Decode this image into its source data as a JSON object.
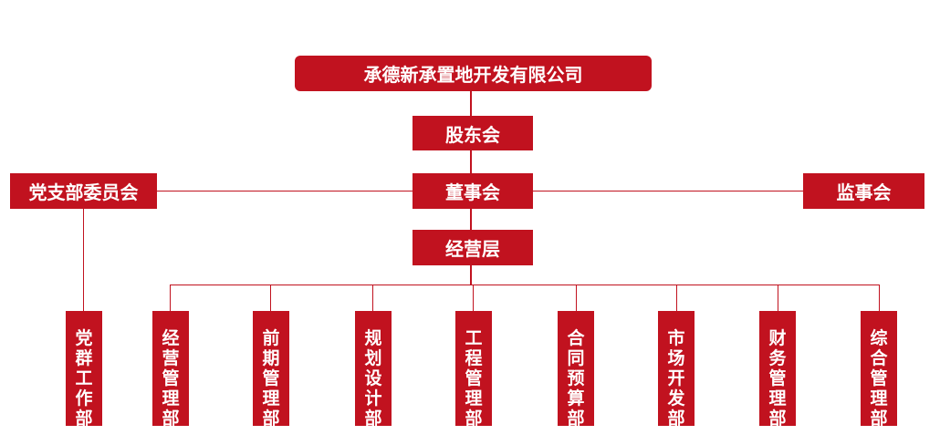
{
  "company": "承德新承置地开发有限公司",
  "shareholders": "股东会",
  "board": "董事会",
  "party_committee": "党支部委员会",
  "supervisors": "监事会",
  "management": "经营层",
  "departments": [
    "党群工作部",
    "经营管理部",
    "前期管理部",
    "规划设计部",
    "工程管理部",
    "合同预算部",
    "市场开发部",
    "财务管理部",
    "综合管理部"
  ],
  "colors": {
    "primary": "#c1121f",
    "text": "#ffffff"
  }
}
